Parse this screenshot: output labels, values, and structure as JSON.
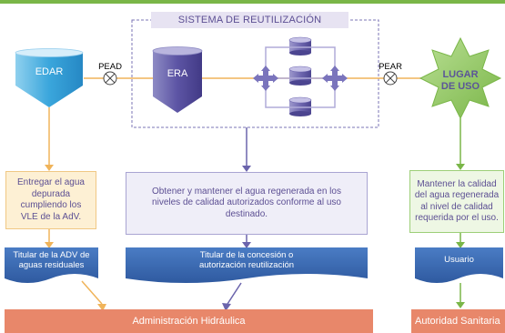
{
  "system_title": "SISTEMA DE REUTILIZACIÓN",
  "nodes": {
    "edar": "EDAR",
    "era": "ERA",
    "lugar_uso_line1": "LUGAR",
    "lugar_uso_line2": "DE USO"
  },
  "valves": {
    "pead": "PEAD",
    "pear": "PEAR"
  },
  "tasks": {
    "left": "Entregar el agua depurada cumpliendo los VLE de la AdV.",
    "center": "Obtener y mantener el agua regenerada en los niveles de calidad autorizados conforme al uso destinado.",
    "right": "Mantener la calidad del agua regenerada al nivel de calidad requerida por el uso."
  },
  "actors": {
    "left": "Titular de la ADV de aguas residuales",
    "center": "Titular de la concesión o autorización reutilización",
    "right": "Usuario"
  },
  "authorities": {
    "left": "Administración Hidráulica",
    "right": "Autoridad Sanitaria"
  },
  "colors": {
    "green": "#7ab648",
    "purple": "#5c54a4",
    "orange": "#f0b45a",
    "salmon": "#e8876a",
    "blue_banner": "#3d6db5"
  }
}
